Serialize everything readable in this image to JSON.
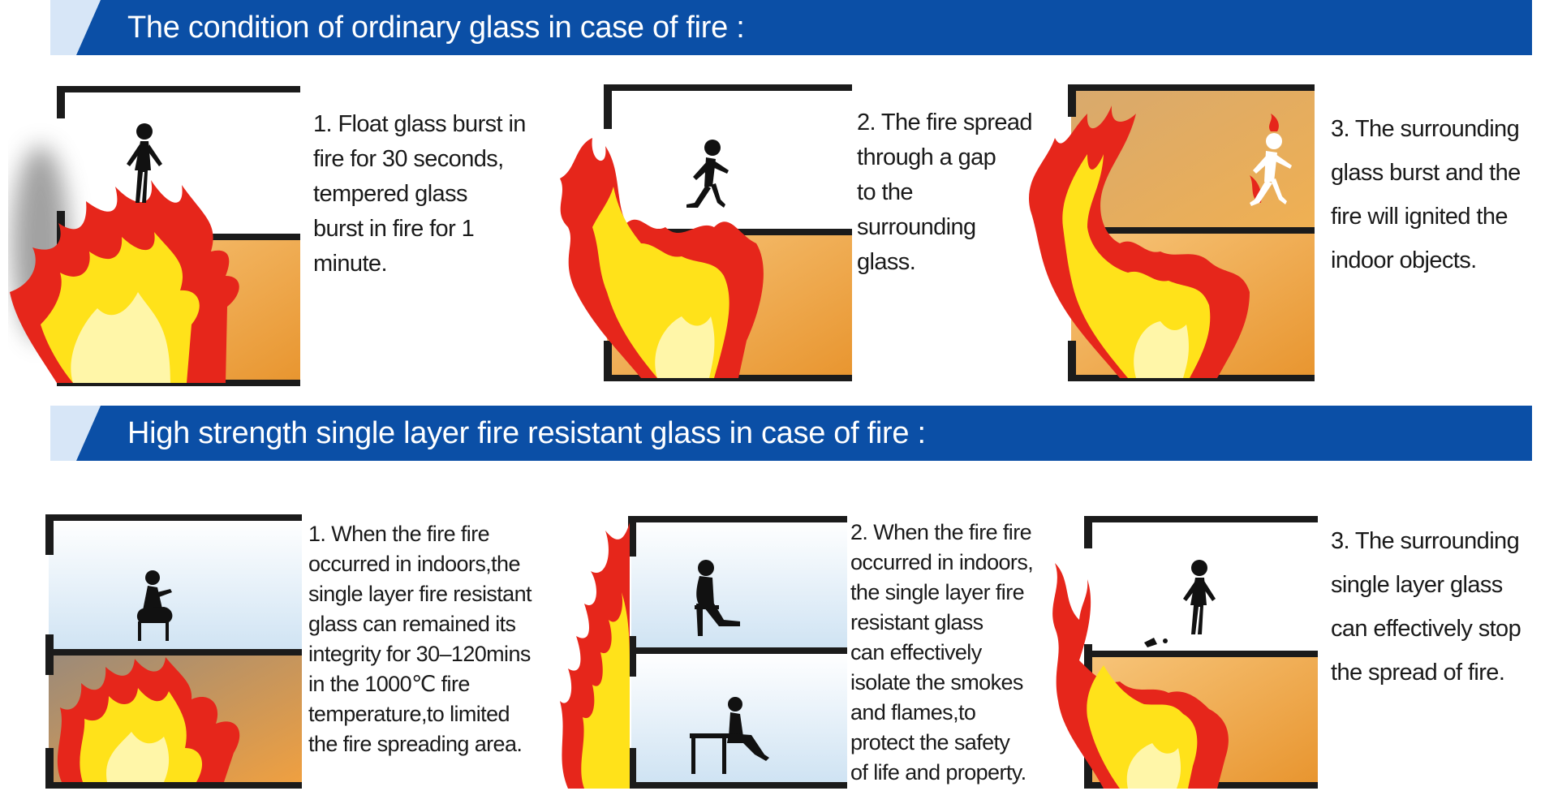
{
  "colors": {
    "banner_blue": "#0b4fa6",
    "banner_light": "#d7e6f7",
    "fire_red": "#e6261b",
    "fire_yellow": "#ffe21a",
    "room_orange": "#f0b052",
    "wall": "#1b1b1b"
  },
  "sections": [
    {
      "title": "The condition of ordinary glass in case of fire :",
      "steps": [
        {
          "lines": [
            "1. Float glass burst in",
            "fire for 30 seconds,",
            "tempered glass",
            "burst in fire for 1",
            "minute."
          ],
          "icons": [
            "standing-person-icon",
            "fire-icon"
          ]
        },
        {
          "lines": [
            "2. The fire spread",
            "through a gap",
            "to the",
            "surrounding",
            "glass."
          ],
          "icons": [
            "running-person-icon",
            "fire-icon"
          ]
        },
        {
          "lines": [
            "3. The surrounding",
            "glass burst and the",
            "fire will ignited the",
            "indoor objects."
          ],
          "icons": [
            "burning-person-icon",
            "fire-icon"
          ]
        }
      ]
    },
    {
      "title": "High strength single layer fire resistant glass in case of fire :",
      "steps": [
        {
          "lines": [
            "1. When the fire fire",
            "occurred in indoors,the",
            "single layer fire resistant",
            "glass can remained its",
            "integrity for 30–120mins",
            "in the 1000℃ fire",
            "temperature,to limited",
            "the fire spreading area."
          ],
          "icons": [
            "seated-person-icon",
            "fire-icon"
          ]
        },
        {
          "lines": [
            "2. When the fire fire",
            "occurred in indoors,",
            "the single layer fire",
            "resistant glass",
            "can effectively",
            "isolate the smokes",
            "and flames,to",
            "protect the safety",
            "of life and property."
          ],
          "icons": [
            "seated-woman-icon",
            "seated-man-icon",
            "fire-icon"
          ]
        },
        {
          "lines": [
            "3. The surrounding",
            "single layer glass",
            "can effectively stop",
            "the spread of fire."
          ],
          "icons": [
            "standing-person-icon",
            "fire-icon"
          ]
        }
      ]
    }
  ]
}
